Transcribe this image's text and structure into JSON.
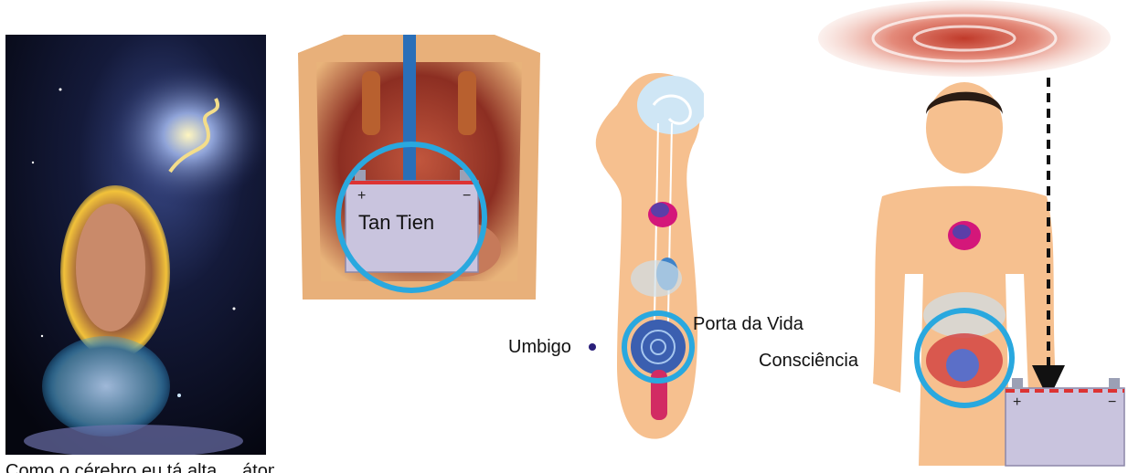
{
  "labels": {
    "tan_tien": "Tan Tien",
    "umbigo": "Umbigo",
    "porta_da_vida": "Porta da Vida",
    "consciencia": "Consciência",
    "caption_partial": "Como o cérebro eu tá alta ... átomo"
  },
  "battery": {
    "plus": "+",
    "minus": "−"
  },
  "colors": {
    "ring": "#29a8df",
    "skin": "#f6c08f",
    "battery": "#c9c4de",
    "space": "#0b0d1f",
    "red_dashed": "#d33"
  },
  "icons": {
    "fetus_image": "fetus-in-cosmos-image",
    "anatomy_image": "abdominal-anatomy-image",
    "body_image": "side-body-diagram",
    "man_image": "front-man-diagram"
  }
}
